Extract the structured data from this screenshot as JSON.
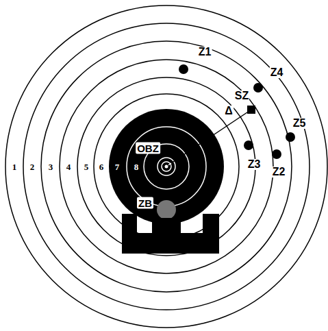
{
  "diagram": {
    "labels": [
      "1",
      "2",
      "3",
      "4",
      "5",
      "6",
      "7",
      "8",
      "OBZ",
      "ZB",
      "SZ",
      "Δ",
      "Z1",
      "Z4",
      "Z5",
      "Z3",
      "Z2"
    ]
  }
}
